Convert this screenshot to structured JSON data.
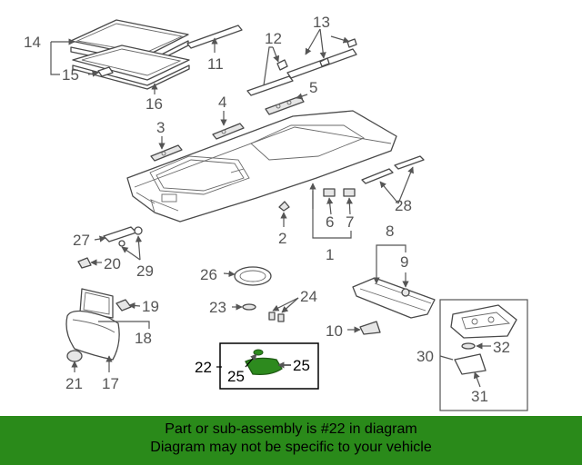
{
  "diagram": {
    "callouts": {
      "c1": "1",
      "c2": "2",
      "c3": "3",
      "c4": "4",
      "c5": "5",
      "c6": "6",
      "c7": "7",
      "c8": "8",
      "c9": "9",
      "c10": "10",
      "c11": "11",
      "c12": "12",
      "c13": "13",
      "c14": "14",
      "c15": "15",
      "c16": "16",
      "c17": "17",
      "c18": "18",
      "c19": "19",
      "c20": "20",
      "c21": "21",
      "c22": "22",
      "c23": "23",
      "c24": "24",
      "c25a": "25",
      "c25b": "25",
      "c26": "26",
      "c27": "27",
      "c28": "28",
      "c29": "29",
      "c30": "30",
      "c31": "31",
      "c32": "32"
    },
    "colors": {
      "highlight_part": "#2d8a1e",
      "banner_background": "#2a8a1a",
      "label_text": "#555555"
    }
  },
  "banner": {
    "line1": "Part or sub-assembly is #22 in diagram",
    "line2": "Diagram may not be specific to your vehicle"
  }
}
